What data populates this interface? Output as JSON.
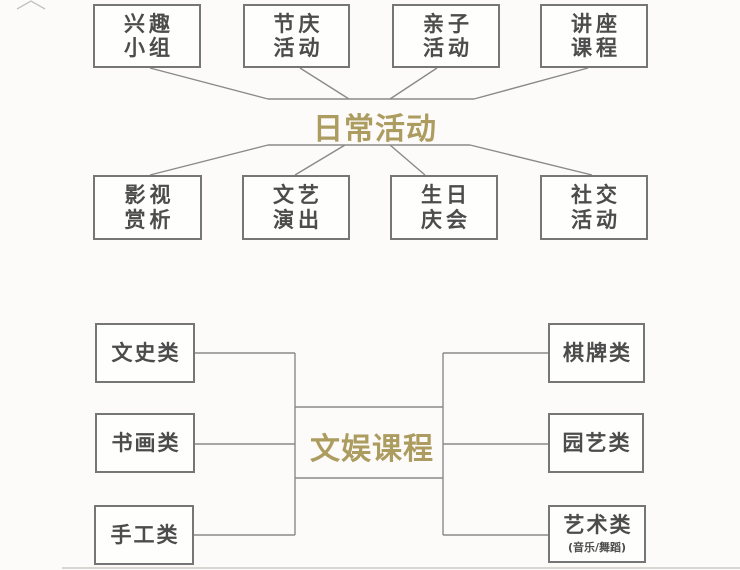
{
  "colors": {
    "background": "#fcfbf9",
    "connector_line": "#8a8a8a",
    "box_border": "#767676",
    "box_text": "#4c4c4c",
    "title_gold": "#ac9c5f"
  },
  "daily_activities_map": {
    "title": "日常活动",
    "top_row": [
      {
        "label": "兴趣\n小组"
      },
      {
        "label": "节庆\n活动"
      },
      {
        "label": "亲子\n活动"
      },
      {
        "label": "讲座\n课程"
      }
    ],
    "bottom_row": [
      {
        "label": "影视\n赏析"
      },
      {
        "label": "文艺\n演出"
      },
      {
        "label": "生日\n庆会"
      },
      {
        "label": "社交\n活动"
      }
    ]
  },
  "entertainment_courses_map": {
    "title": "文娱课程",
    "left_column": [
      {
        "label": "文史类"
      },
      {
        "label": "书画类"
      },
      {
        "label": "手工类"
      }
    ],
    "right_column": [
      {
        "label": "棋牌类"
      },
      {
        "label": "园艺类"
      },
      {
        "label": "艺术类",
        "sublabel": "(音乐/舞蹈)"
      }
    ]
  }
}
